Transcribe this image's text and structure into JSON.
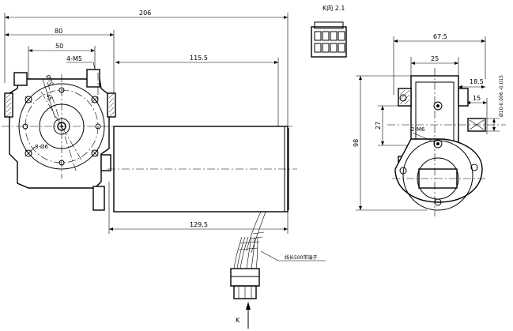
{
  "front_view": {
    "overall_length": "206",
    "flange_width": "80",
    "bolt_spacing": "50",
    "thread_holes": "4-M5",
    "body_length": "115.5",
    "overall_body_length": "129.5",
    "pcd_label": "Ø70",
    "hole_label": "8-Ø6",
    "dim_45": "45"
  },
  "connector_view": {
    "label": "K向 2.1",
    "pin_count": 8
  },
  "side_view": {
    "width_total": "67.5",
    "width_slot": "25",
    "shaft_offset": "18.5",
    "shaft_length": "15",
    "hole_spacing": "27",
    "height": "98",
    "thread_holes": "2-M6",
    "shaft_tolerance": "Ø10-0.006 -0.015"
  },
  "cable": {
    "note": "线长500带端子"
  },
  "arrow_label": "K"
}
